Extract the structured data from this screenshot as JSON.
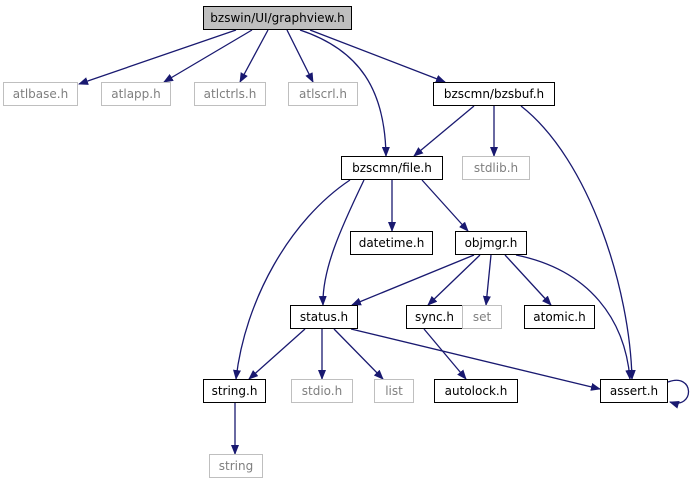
{
  "colors": {
    "edge": "#191970",
    "internal_border": "#000000",
    "external_border": "#bfbfbf",
    "external_text": "#7f7f7f",
    "root_fill": "#bfbfbf"
  },
  "nodes": {
    "graphview": "bzswin/UI/graphview.h",
    "atlbase": "atlbase.h",
    "atlapp": "atlapp.h",
    "atlctrls": "atlctrls.h",
    "atlscrl": "atlscrl.h",
    "bzsbuf": "bzscmn/bzsbuf.h",
    "file": "bzscmn/file.h",
    "stdlib": "stdlib.h",
    "datetime": "datetime.h",
    "objmgr": "objmgr.h",
    "status": "status.h",
    "sync": "sync.h",
    "set": "set",
    "atomic": "atomic.h",
    "string_h": "string.h",
    "stdio": "stdio.h",
    "list": "list",
    "autolock": "autolock.h",
    "assert": "assert.h",
    "string": "string"
  }
}
